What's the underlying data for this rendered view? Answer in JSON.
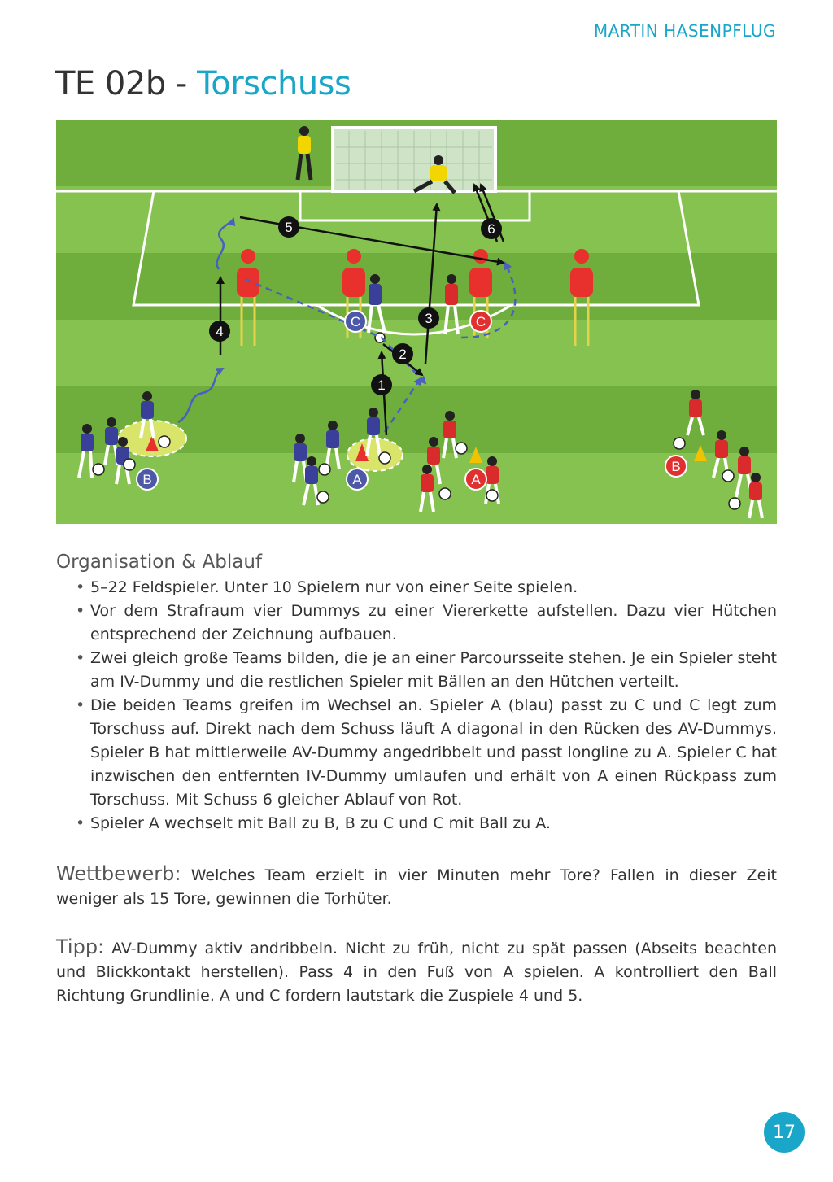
{
  "header": {
    "author": "MARTIN HASENPFLUG"
  },
  "title": {
    "code": "TE 02b - ",
    "topic": "Torschuss"
  },
  "diagram": {
    "step_numbers": [
      "1",
      "2",
      "3",
      "4",
      "5",
      "6"
    ],
    "labels": {
      "blue_c": "C",
      "red_c": "C",
      "blue_b": "B",
      "blue_a": "A",
      "red_a": "A",
      "red_b": "B"
    },
    "colors": {
      "grass_dark": "#6fae3c",
      "grass_light": "#86c24f",
      "team_blue": "#3a3f9a",
      "team_red": "#d92b2b",
      "badge_blue": "#4d58a8",
      "badge_red": "#e03030",
      "goalkeeper": "#f2d600",
      "dummy": "#e8302c"
    }
  },
  "organisation": {
    "heading": "Organisation & Ablauf",
    "bullets": [
      "5–22 Feldspieler. Unter 10 Spielern nur von einer Seite spielen.",
      "Vor dem Strafraum vier Dummys zu einer Viererkette aufstellen. Dazu vier Hütchen entsprechend der Zeichnung aufbauen.",
      "Zwei gleich große Teams bilden, die je an einer Parcoursseite stehen. Je ein Spieler steht am IV-Dummy und die restlichen Spieler mit Bällen an den Hütchen verteilt.",
      "Die beiden Teams greifen im Wechsel an. Spieler A (blau) passt zu C und C legt zum Torschuss auf. Direkt nach dem Schuss läuft A diagonal in den Rücken des AV-Dummys. Spieler B hat mittlerweile AV-Dummy angedribbelt und passt longline zu A. Spieler C hat inzwischen den entfernten IV-Dummy umlaufen und erhält von A einen Rückpass zum Torschuss. Mit Schuss 6 gleicher Ablauf von Rot.",
      "Spieler A wechselt mit Ball zu B, B zu C und C mit Ball zu A."
    ]
  },
  "wettbewerb": {
    "label": "Wettbewerb:",
    "text": " Welches Team erzielt in vier Minuten mehr Tore? Fallen in dieser Zeit weniger als 15 Tore, gewinnen die Torhüter."
  },
  "tipp": {
    "label": "Tipp:",
    "text": " AV-Dummy aktiv andribbeln. Nicht zu früh, nicht zu spät passen (Abseits beachten und Blickkontakt herstellen). Pass 4 in den Fuß von A spielen. A kontrolliert den Ball Richtung Grundlinie. A und C fordern lautstark die Zuspiele 4 und 5."
  },
  "page_number": "17"
}
